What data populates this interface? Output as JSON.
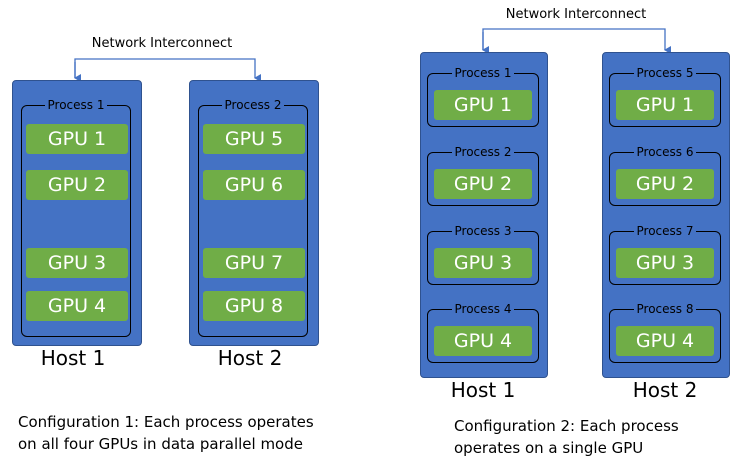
{
  "config1": {
    "network_label": "Network Interconnect",
    "hosts": [
      {
        "label": "Host 1",
        "process": "Process 1",
        "gpus": [
          "GPU 1",
          "GPU 2",
          "GPU 3",
          "GPU 4"
        ]
      },
      {
        "label": "Host 2",
        "process": "Process 2",
        "gpus": [
          "GPU 5",
          "GPU 6",
          "GPU 7",
          "GPU 8"
        ]
      }
    ],
    "caption_line1": "Configuration 1: Each process operates",
    "caption_line2": "on all four GPUs in data parallel mode"
  },
  "config2": {
    "network_label": "Network Interconnect",
    "hosts": [
      {
        "label": "Host 1",
        "processes": [
          {
            "label": "Process 1",
            "gpu": "GPU 1"
          },
          {
            "label": "Process 2",
            "gpu": "GPU 2"
          },
          {
            "label": "Process 3",
            "gpu": "GPU 3"
          },
          {
            "label": "Process 4",
            "gpu": "GPU 4"
          }
        ]
      },
      {
        "label": "Host 2",
        "processes": [
          {
            "label": "Process 5",
            "gpu": "GPU 1"
          },
          {
            "label": "Process 6",
            "gpu": "GPU 2"
          },
          {
            "label": "Process 7",
            "gpu": "GPU 3"
          },
          {
            "label": "Process 8",
            "gpu": "GPU 4"
          }
        ]
      }
    ],
    "caption_line1": "Configuration 2: Each process",
    "caption_line2": "operates on a single GPU"
  },
  "colors": {
    "host": "#4472c4",
    "gpu": "#70ad47",
    "arrow": "#4472c4"
  }
}
